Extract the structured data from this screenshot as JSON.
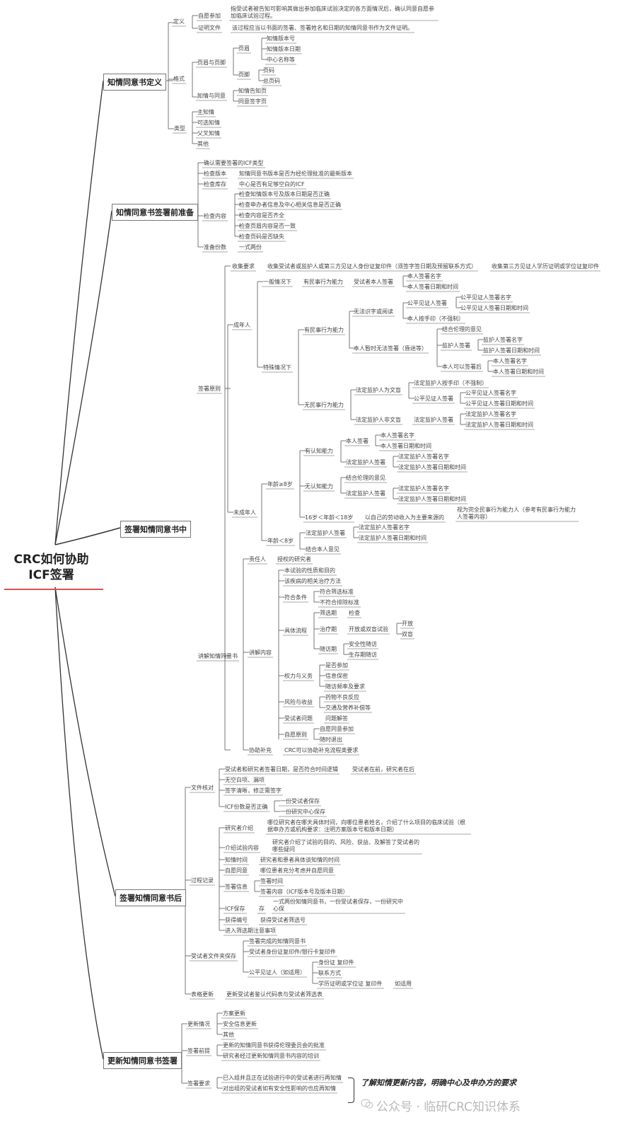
{
  "root": {
    "line1": "CRC如何协助",
    "line2": "ICF签署"
  },
  "sections": {
    "s1": "知情同意书定义",
    "s2": "知情同意书签署前准备",
    "s3": "签署知情同意书中",
    "s4": "签署知情同意书后",
    "s5": "更新知情同意书签署"
  },
  "def": {
    "definition": "定义",
    "voluntary": "自愿参加",
    "voluntary_text": "指受试者被告知可影响其做出参加临床试验决定的各方面情况后，确认同意自愿参加临床试验过程。",
    "proof": "证明文件",
    "proof_text": "该过程应当以书面的签署、签署姓名和日期的知情同意书作为文件证明。",
    "format": "格式",
    "header_footer": "页眉与页脚",
    "header": "页眉",
    "h1": "知情版本号",
    "h2": "知情版本日期",
    "h3": "中心名称等",
    "footer": "页脚",
    "f1": "页码",
    "f2": "总页码",
    "consent_pages": "知情与同意",
    "cp1": "知情告知页",
    "cp2": "同意签字页",
    "types": "类型",
    "t1": "主知情",
    "t2": "可选知情",
    "t3": "父叉知情",
    "t4": "其他"
  },
  "prep": {
    "p1": "确认需要签署的ICF类型",
    "p2": "检查版本",
    "p2_text": "知情同意书版本是否为经伦理批准的最新版本",
    "p3": "检查库存",
    "p3_text": "中心是否有足够空白的ICF",
    "p4": "检查内容",
    "c1": "检查知情版本号及版本日期是否正确",
    "c2": "检查申办者信息及中心相关信息是否正确",
    "c3": "检查内容是否齐全",
    "c4": "检查页眉内容是否一致",
    "c5": "检查页码是否缺失",
    "p5": "准备份数",
    "p5_text": "一式两份"
  },
  "during": {
    "collect": "收集要求",
    "collect_text1": "收集受试者或监护人或第三方见证人身份证复印件（须签字签日期及预留联系方式）",
    "collect_text2": "收集第三方见证人学历证明或学位证复印件",
    "principle": "签署原则",
    "adult": "成年人",
    "general": "一般情况下",
    "has_capacity": "有民事行为能力",
    "self_sign": "受试者本人签署",
    "ss1": "本人签署名字",
    "ss2": "本人签署日期和时间",
    "special": "特殊情况下",
    "has_capacity2": "有民事行为能力",
    "cannot_read": "无法识字或阅读",
    "witness_sign": "公平见证人签署",
    "ws1": "公平见证人签署名字",
    "ws2": "公平见证人签署日期和时间",
    "thumb": "本人按手印（不强制）",
    "temp_unable": "本人暂时无法签署（昏迷等）",
    "ethics": "结合伦理的意见",
    "guardian_sign": "监护人签署",
    "gs1": "监护人签署名字",
    "gs2": "监护人签署日期和时间",
    "after_sign": "本人可以签署后",
    "as1": "本人签署名字",
    "as2": "本人签署日期和时间",
    "no_capacity": "无民事行为能力",
    "illiterate_guardian": "法定监护人为文盲",
    "lg_thumb": "法定监护人按手印（不强制）",
    "witness_sign2": "公平见证人签署",
    "ws3": "公平见证人签署名字",
    "ws4": "公平见证人签署日期和时间",
    "literate_guardian": "法定监护人非文盲",
    "lg_sign": "法定监护人签署",
    "lg1": "法定监护人签署名字",
    "lg2": "法定监护人签署日期和时间",
    "minor": "未成年人",
    "age_ge8": "年龄≥8岁",
    "has_cog": "有认知能力",
    "self_sign2": "本人签署",
    "ss3": "本人签署名字",
    "ss4": "本人签署日期和时间",
    "lg_sign2": "法定监护人签署",
    "lg3": "法定监护人签署名字",
    "lg4": "法定监护人签署日期和时间",
    "no_cog": "无认知能力",
    "ethics2": "结合伦理的意见",
    "lg_sign3": "法定监护人签署",
    "lg5": "法定监护人签署名字",
    "lg6": "法定监护人签署日期和时间",
    "age_16_18": "16岁＜年龄＜18岁",
    "self_income": "以自己的劳动收入为主要来源的",
    "full_capacity": "视为完全民事行为能力人（参考有民事行为能力人签署内容）",
    "age_lt8": "年龄＜8岁",
    "lg_sign4": "法定监护人签署",
    "lg7": "法定监护人签署名字",
    "lg8": "法定监护人签署日期和时间",
    "combine_self": "结合本人意见",
    "explain": "讲解知情同意书",
    "responsible": "责任人",
    "authorized": "授权的研究者",
    "explain_content": "讲解内容",
    "e1": "本试验的性质和目的",
    "e2": "该疾病的相关治疗方法",
    "eligibility": "符合条件",
    "el1": "符合筛选标准",
    "el2": "不符合排除标准",
    "procedure": "具体流程",
    "screening": "筛选期",
    "check": "检查",
    "treatment": "治疗期",
    "open_blind": "开放或双盲试验",
    "open": "开放",
    "blind": "双盲",
    "followup": "随访期",
    "fu1": "安全性随访",
    "fu2": "生存期随访",
    "rights": "权力与义务",
    "r1": "是否参加",
    "r2": "信息保密",
    "r3": "随访频率及要求",
    "risk": "风险与收益",
    "rk1": "药物不良反应",
    "rk2": "交通及营养补偿等",
    "questions": "受试者问题",
    "answer": "问题解答",
    "voluntary": "自愿原则",
    "v1": "自愿同意参加",
    "v2": "随时退出",
    "assist": "协助补充",
    "assist_text": "CRC可以协助补充流程类要求"
  },
  "after": {
    "doc_check": "文件核对",
    "d1": "受试者和研究者签署日期，是否符合时间逻辑",
    "d1b": "受试者在前，研究者在后",
    "d2": "无空白项、漏项",
    "d3": "签字清晰，修正需签字",
    "d4": "ICF份数是否正确",
    "d4a": "一份受试者保存",
    "d4b": "一份研究中心保存",
    "process_record": "过程记录",
    "researcher_intro": "研究者介绍",
    "ri_text": "哪位研究者在哪天具体时间，向哪位患者姓名，介绍了什么项目的临床试验（根据申办方或机构要求：注明方案版本号和版本日期）",
    "trial_content": "介绍试验内容",
    "tc_text": "研究者介绍了试验的目的、风险、获益、及解答了受试者的哪些疑问",
    "consent_time": "知情时间",
    "ct_text": "研究者和患者具体谈知情的时间",
    "voluntary_consent": "自愿同意",
    "vc_text": "哪位患者充分考虑并自愿同意",
    "sign_info": "签署信息",
    "si1": "签署时间",
    "si2": "签署内容（ICF版本号及版本日期）",
    "icf_save": "ICF保存",
    "save": "存",
    "save_text": "一式两份知情同意书，一份受试者保存，一份研究中心保",
    "screen_no": "获得编号",
    "sn_text": "获得受试者筛选号",
    "enter_screen": "进入筛选期注意事项",
    "subject_folder": "受试者文件夹保存",
    "sf1": "签署完成的知情同意书",
    "sf2": "受试者身份证复印件/银行卡复印件",
    "witness": "公平见证人（如适用）",
    "w1": "身份证 复印件",
    "w2": "联系方式",
    "w3": "学历证明或学位证 复印件",
    "w3b": "如适用",
    "form_update": "表格更新",
    "fu_text": "更新受试者鉴认代码表与受试者筛选表"
  },
  "update": {
    "update_cases": "更新情况",
    "u1": "方案更新",
    "u2": "安全信息更新",
    "u3": "其他",
    "before": "签署前提",
    "b1": "更新的知情同意书获得伦理委员会的批准",
    "b2": "研究者经过更新知情同意书内容的培训",
    "require": "签署要求",
    "rq1": "已入组并且正在试验进行中的受试者进行再知情",
    "rq2": "对出组的受试者如有安全性影响的也应再知情"
  },
  "callout": "了解知情更新内容，明确中心及申办方的要求",
  "watermark": "公众号 · 临研CRC知识体系"
}
